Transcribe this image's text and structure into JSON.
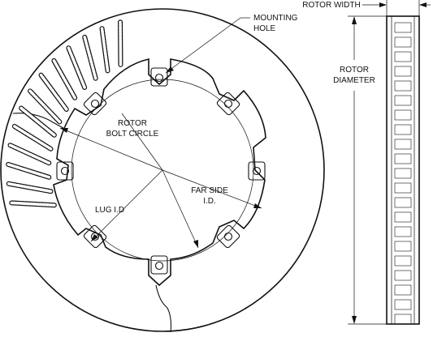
{
  "labels": {
    "mounting_hole_line1": "MOUNTING",
    "mounting_hole_line2": "HOLE",
    "rotor_bolt_circle_line1": "ROTOR",
    "rotor_bolt_circle_line2": "BOLT CIRCLE",
    "far_side_id_line1": "FAR SIDE",
    "far_side_id_line2": "I.D.",
    "lug_id": "LUG I.D",
    "rotor_width": "ROTOR WIDTH",
    "rotor_diameter_line1": "ROTOR",
    "rotor_diameter_line2": "DIAMETER"
  },
  "colors": {
    "line": "#111111",
    "background": "#ffffff"
  }
}
